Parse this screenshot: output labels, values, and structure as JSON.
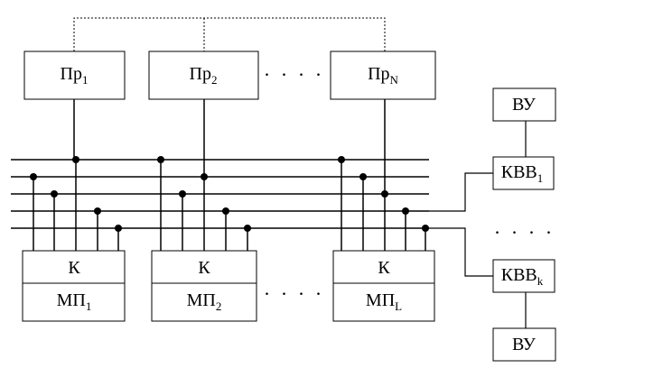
{
  "processors": [
    {
      "base": "Пр",
      "sub": "1"
    },
    {
      "base": "Пр",
      "sub": "2"
    },
    {
      "base": "Пр",
      "sub": "N"
    }
  ],
  "processors_ellipsis": ". . . .",
  "memory_modules": [
    {
      "top": "К",
      "base": "МП",
      "sub": "1"
    },
    {
      "top": "К",
      "base": "МП",
      "sub": "2"
    },
    {
      "top": "К",
      "base": "МП",
      "sub": "L"
    }
  ],
  "memory_ellipsis": ". . . .",
  "io_devices": [
    {
      "label": "ВУ"
    },
    {
      "label": "ВУ"
    }
  ],
  "io_channels": [
    {
      "base": "КВВ",
      "sub": "1"
    },
    {
      "base": "КВВ",
      "sub": "k"
    }
  ],
  "io_ellipsis": ". . . ."
}
